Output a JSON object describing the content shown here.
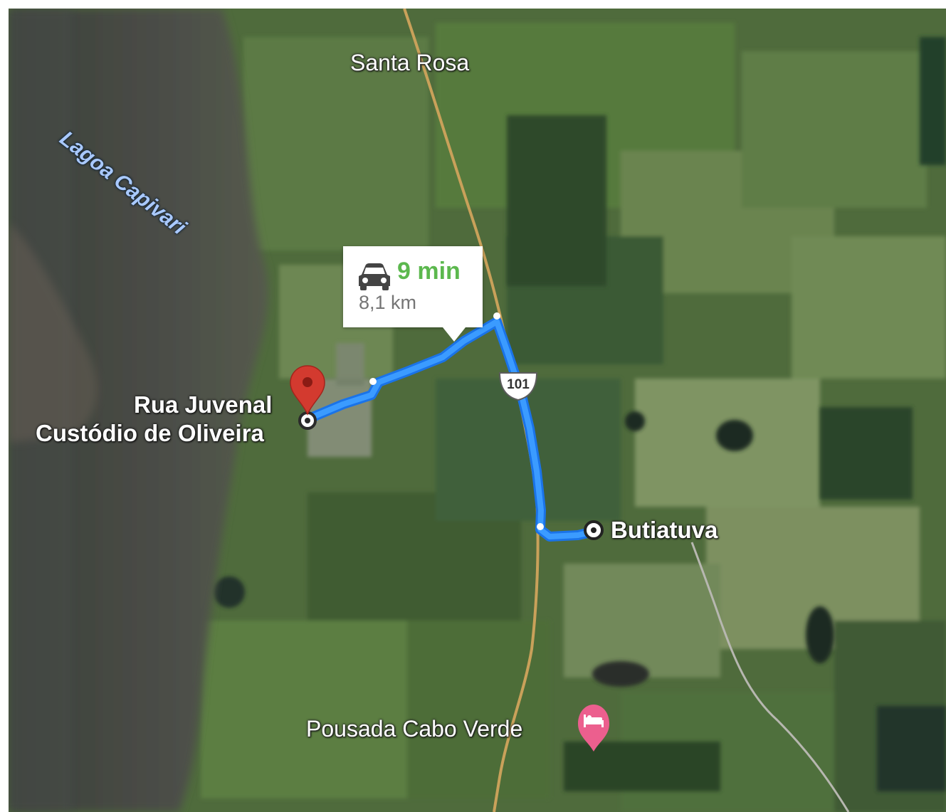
{
  "map": {
    "water_labels": {
      "lagoon": "Lagoa Capivari"
    },
    "place_labels": {
      "north_town": "Santa Rosa",
      "destination": "Butiatuva",
      "lodging": "Pousada Cabo Verde"
    },
    "origin": {
      "line1": "Rua Juvenal",
      "line2": "Custódio de Oliveira"
    },
    "route": {
      "mode_icon": "car-icon",
      "duration": "9 min",
      "distance": "8,1 km",
      "color": "#1a73e8"
    },
    "highway": {
      "number": "101"
    },
    "icons": {
      "origin_marker": "red-pin-icon",
      "lodging_marker": "hotel-bed-icon"
    },
    "colors": {
      "route": "#1a73e8",
      "pin_red": "#d33a2f",
      "lodging_pink": "#ec5f8e",
      "duration_green": "#5cb84e",
      "water_label": "#a9c9ff"
    }
  }
}
